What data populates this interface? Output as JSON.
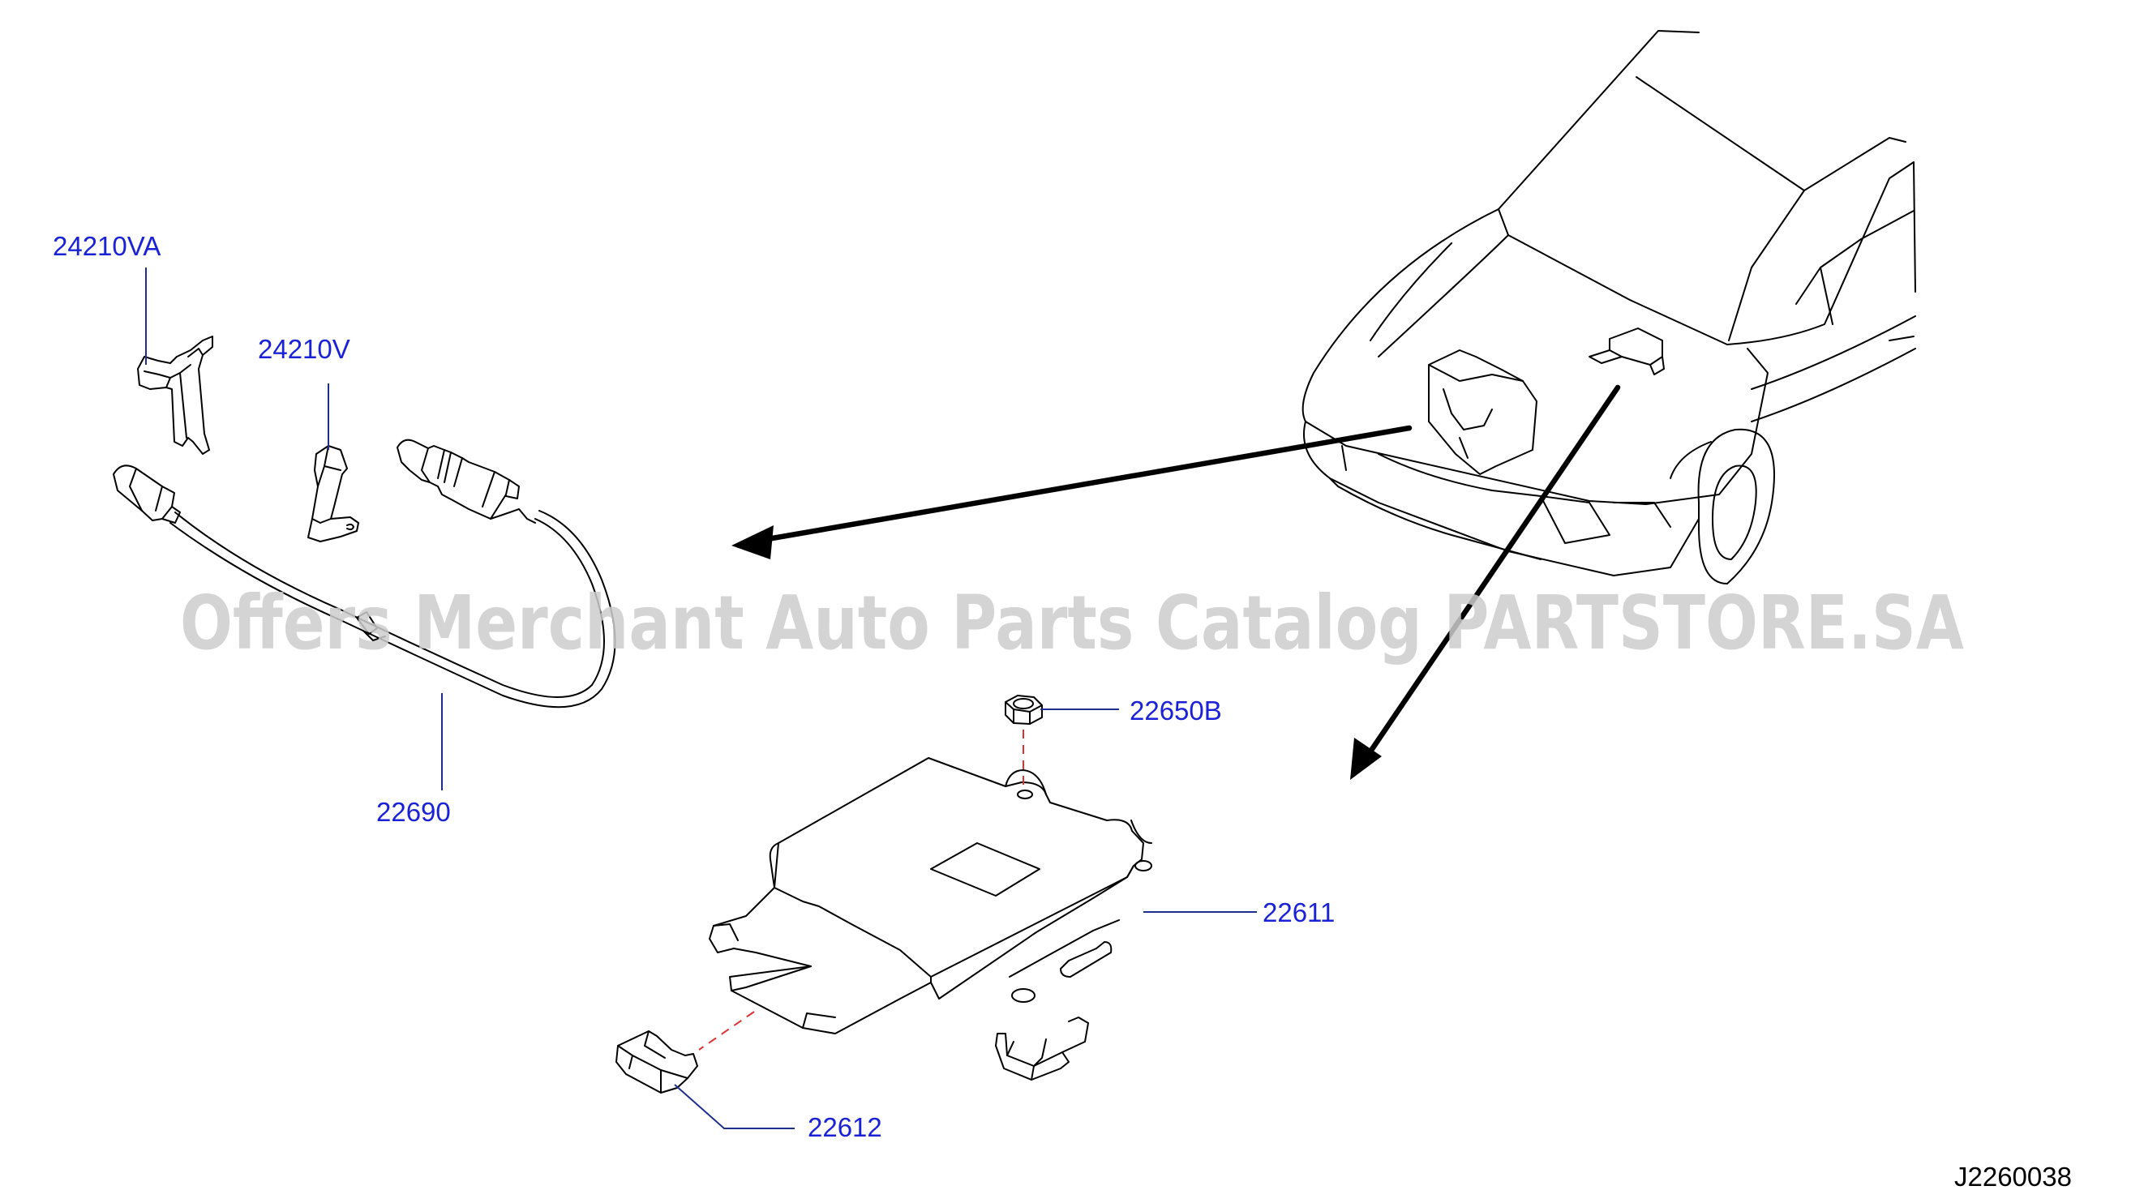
{
  "part_labels": {
    "p24210VA": "24210VA",
    "p24210V": "24210V",
    "p22690": "22690",
    "p22650B": "22650B",
    "p22611": "22611",
    "p22612": "22612"
  },
  "diagram_code": "J2260038",
  "watermark": "Offers Merchant Auto Parts Catalog PARTSTORE.SA",
  "colors": {
    "label_blue": "#1a22d6",
    "leader_blue": "#1c2f8f",
    "dash_red": "#e03030",
    "watermark_gray": "#cccccc"
  }
}
